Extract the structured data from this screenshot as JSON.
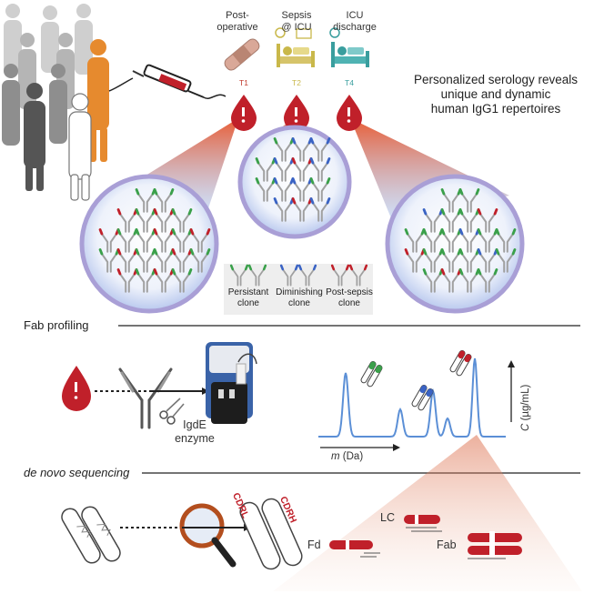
{
  "timepoints": [
    {
      "id": "T1",
      "label_line1": "Post-",
      "label_line2": "operative",
      "tag": "T1",
      "color": "#c0392b"
    },
    {
      "id": "T2",
      "label_line1": "Sepsis",
      "label_line2": "@ ICU",
      "tag": "T2",
      "color": "#c9b84a"
    },
    {
      "id": "T4",
      "label_line1": "ICU",
      "label_line2": "discharge",
      "tag": "T4",
      "color": "#3a9e9e"
    }
  ],
  "headline": {
    "line1": "Personalized serology reveals",
    "line2": "unique and dynamic",
    "line3": "human IgG1 repertoires"
  },
  "clones": [
    {
      "line1": "Persistant",
      "line2": "clone",
      "color": "#3aa04a"
    },
    {
      "line1": "Diminishing",
      "line2": "clone",
      "color": "#3a63c4"
    },
    {
      "line1": "Post-sepsis",
      "line2": "clone",
      "color": "#c0392b"
    }
  ],
  "sections": {
    "fab_profiling": "Fab profiling",
    "de_novo": "de novo sequencing"
  },
  "enzyme": {
    "line1": "IgdE",
    "line2": "enzyme"
  },
  "axes": {
    "x_label_italic": "m",
    "x_label_rest": " (Da)",
    "y_label_italic": "C",
    "y_label_rest": " (µg/mL)"
  },
  "sequencing": {
    "cdrh": "CDRH",
    "cdrl": "CDRL",
    "lc": "LC",
    "fd": "Fd",
    "fab": "Fab"
  },
  "colors": {
    "red": "#c0202a",
    "green": "#3aa04a",
    "blue": "#3a63c4",
    "orange": "#e6862a",
    "trace": "#5b8fd6",
    "circle_border": "#9a90c8"
  }
}
